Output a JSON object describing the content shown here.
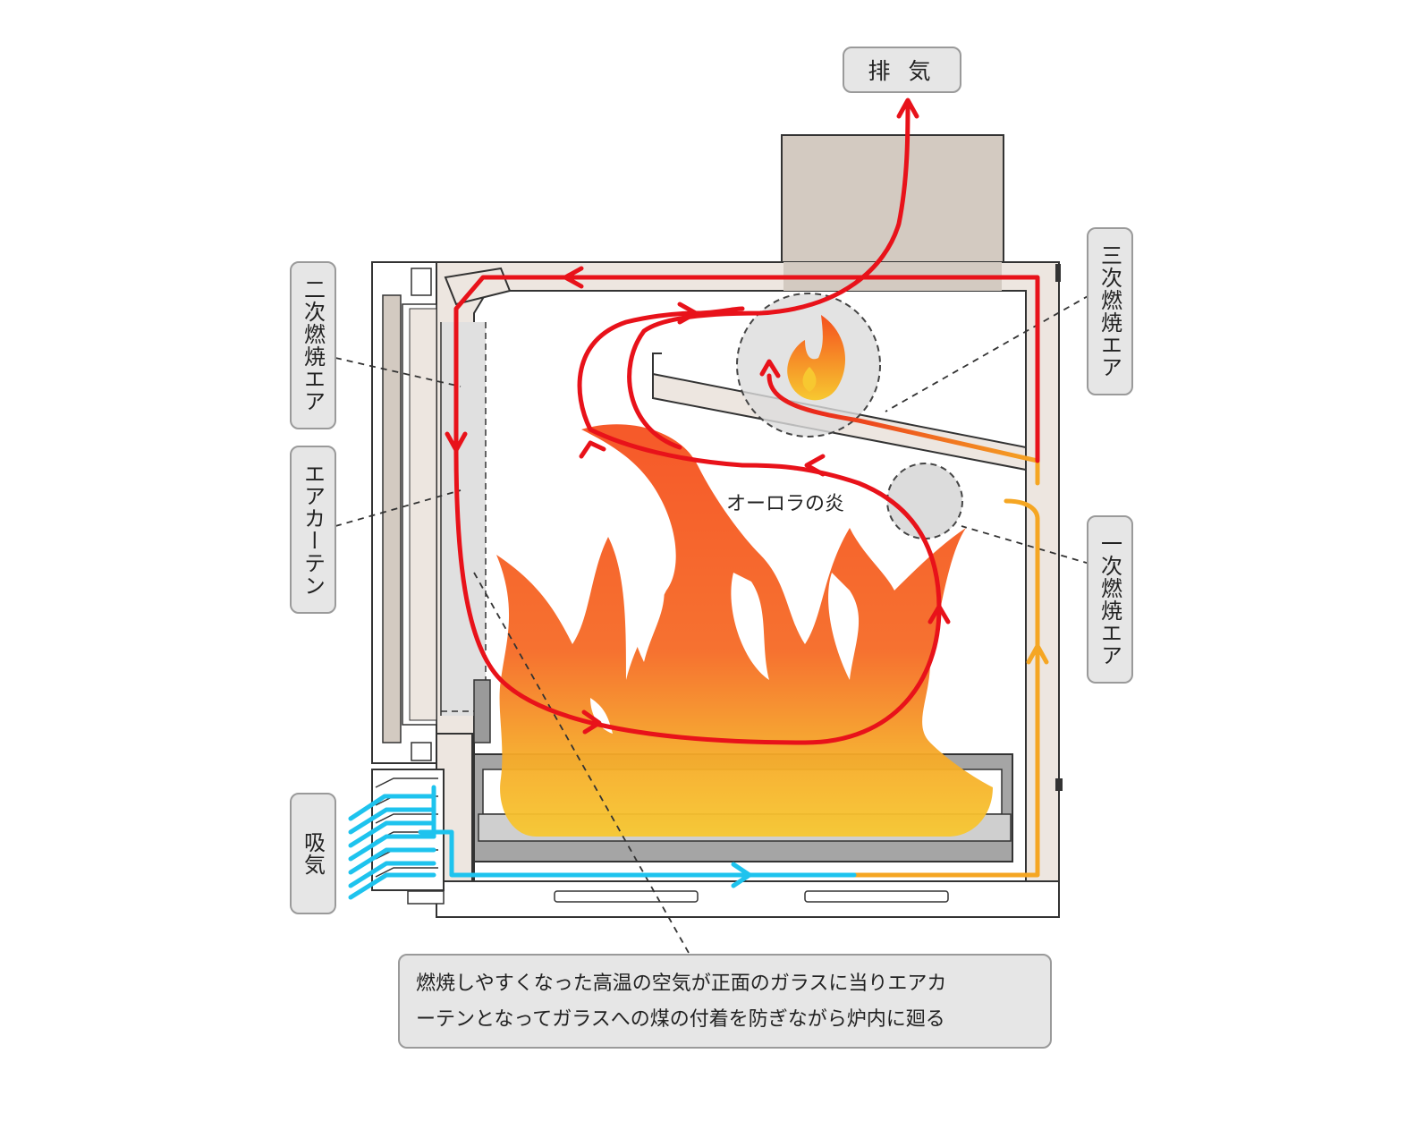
{
  "labels": {
    "exhaust": "排 気",
    "secondary_air": "二次燃焼エア",
    "air_curtain": "エアカーテン",
    "intake": "吸気",
    "tertiary_air": "三次燃焼エア",
    "primary_air": "一次燃焼エア",
    "aurora_flame": "オーロラの炎"
  },
  "note": {
    "line1": "燃焼しやすくなった高温の空気が正面のガラスに当りエアカ",
    "line2": "ーテンとなってガラスへの煤の付着を防ぎながら炉内に廻る"
  },
  "colors": {
    "hot_air": "#e8121a",
    "cold_air": "#1ec3ee",
    "warm_air": "#f5a623",
    "chimney": "#d3cac1",
    "wall": "#ede6e0",
    "flame_top": "#f5501e",
    "flame_bottom": "#f7c830",
    "label_bg": "#e6e6e6"
  }
}
